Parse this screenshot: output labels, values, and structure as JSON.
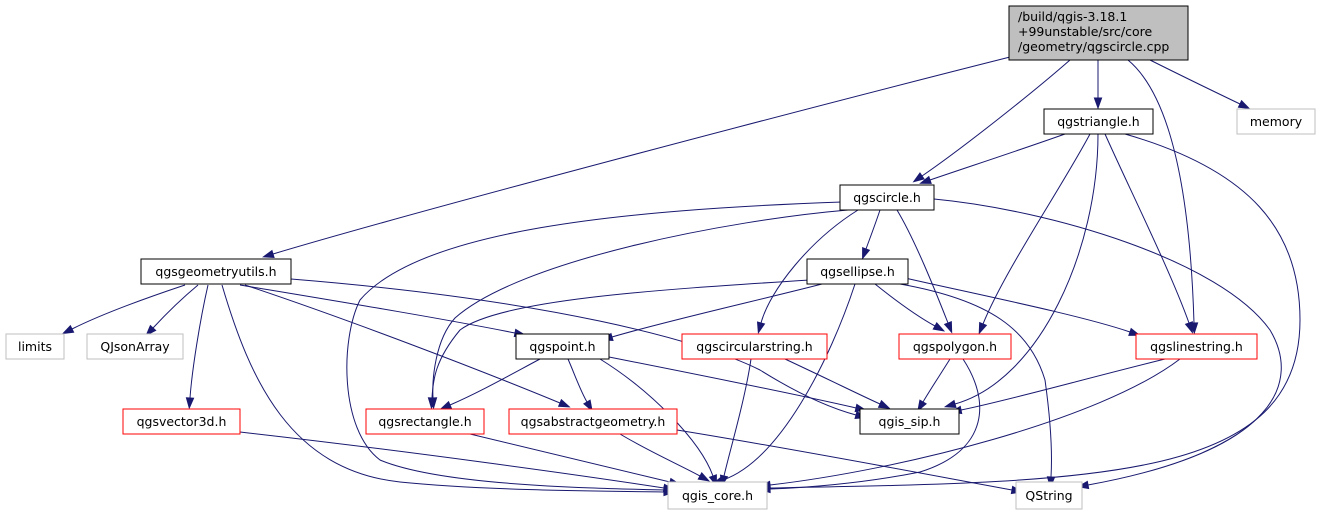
{
  "colors": {
    "edge": "#191970",
    "root_fill": "#bfbfbf",
    "root_stroke": "#000000",
    "normal_stroke": "#000000",
    "truncated_stroke": "#ff0000",
    "external_stroke": "#bfbfbf",
    "fill": "#ffffff"
  },
  "nodes": {
    "root": {
      "lines": [
        "/build/qgis-3.18.1",
        "+99unstable/src/core",
        "/geometry/qgscircle.cpp"
      ],
      "kind": "root"
    },
    "qgstriangle": {
      "label": "qgstriangle.h",
      "kind": "normal"
    },
    "memory": {
      "label": "memory",
      "kind": "external"
    },
    "qgscircle": {
      "label": "qgscircle.h",
      "kind": "normal"
    },
    "qgsgeometryutils": {
      "label": "qgsgeometryutils.h",
      "kind": "normal"
    },
    "qgsellipse": {
      "label": "qgsellipse.h",
      "kind": "normal"
    },
    "limits": {
      "label": "limits",
      "kind": "external"
    },
    "qjsonarray": {
      "label": "QJsonArray",
      "kind": "external"
    },
    "qgspoint": {
      "label": "qgspoint.h",
      "kind": "normal"
    },
    "qgscircularstring": {
      "label": "qgscircularstring.h",
      "kind": "truncated"
    },
    "qgspolygon": {
      "label": "qgspolygon.h",
      "kind": "truncated"
    },
    "qgslinestring": {
      "label": "qgslinestring.h",
      "kind": "truncated"
    },
    "qgsvector3d": {
      "label": "qgsvector3d.h",
      "kind": "truncated"
    },
    "qgsrectangle": {
      "label": "qgsrectangle.h",
      "kind": "truncated"
    },
    "qgsabstractgeometry": {
      "label": "qgsabstractgeometry.h",
      "kind": "truncated"
    },
    "qgis_sip": {
      "label": "qgis_sip.h",
      "kind": "normal"
    },
    "qgis_core": {
      "label": "qgis_core.h",
      "kind": "external"
    },
    "qstring": {
      "label": "QString",
      "kind": "external"
    }
  },
  "edges": [
    [
      "root",
      "qgstriangle"
    ],
    [
      "root",
      "memory"
    ],
    [
      "root",
      "qgscircle"
    ],
    [
      "root",
      "qgsgeometryutils"
    ],
    [
      "root",
      "qgslinestring"
    ],
    [
      "qgstriangle",
      "qgscircle"
    ],
    [
      "qgstriangle",
      "qgspolygon"
    ],
    [
      "qgstriangle",
      "qgslinestring"
    ],
    [
      "qgstriangle",
      "qgis_sip"
    ],
    [
      "qgstriangle",
      "qgis_core"
    ],
    [
      "qgscircle",
      "qgsellipse"
    ],
    [
      "qgscircle",
      "qgscircularstring"
    ],
    [
      "qgscircle",
      "qgspolygon"
    ],
    [
      "qgscircle",
      "qgsrectangle"
    ],
    [
      "qgscircle",
      "qgis_core"
    ],
    [
      "qgscircle",
      "qstring"
    ],
    [
      "qgsgeometryutils",
      "limits"
    ],
    [
      "qgsgeometryutils",
      "qjsonarray"
    ],
    [
      "qgsgeometryutils",
      "qgspoint"
    ],
    [
      "qgsgeometryutils",
      "qgsvector3d"
    ],
    [
      "qgsgeometryutils",
      "qgsabstractgeometry"
    ],
    [
      "qgsgeometryutils",
      "qgis_sip"
    ],
    [
      "qgsgeometryutils",
      "qgis_core"
    ],
    [
      "qgsellipse",
      "qgspoint"
    ],
    [
      "qgsellipse",
      "qgsrectangle"
    ],
    [
      "qgsellipse",
      "qgspolygon"
    ],
    [
      "qgsellipse",
      "qgslinestring"
    ],
    [
      "qgsellipse",
      "qgis_core"
    ],
    [
      "qgsellipse",
      "qstring"
    ],
    [
      "qgspoint",
      "qgsrectangle"
    ],
    [
      "qgspoint",
      "qgsabstractgeometry"
    ],
    [
      "qgspoint",
      "qgis_sip"
    ],
    [
      "qgspoint",
      "qgis_core"
    ],
    [
      "qgscircularstring",
      "qgis_sip"
    ],
    [
      "qgscircularstring",
      "qgis_core"
    ],
    [
      "qgspolygon",
      "qgis_sip"
    ],
    [
      "qgspolygon",
      "qgis_core"
    ],
    [
      "qgslinestring",
      "qgis_sip"
    ],
    [
      "qgslinestring",
      "qgis_core"
    ],
    [
      "qgsvector3d",
      "qgis_core"
    ],
    [
      "qgsrectangle",
      "qgis_core"
    ],
    [
      "qgsabstractgeometry",
      "qgis_core"
    ],
    [
      "qgsabstractgeometry",
      "qstring"
    ]
  ]
}
